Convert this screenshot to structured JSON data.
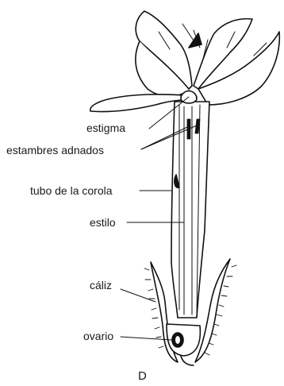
{
  "diagram": {
    "labels": {
      "estigma": "estigma",
      "estambres": "estambres adnados",
      "tubo": "tubo de la corola",
      "estilo": "estilo",
      "caliz": "cáliz",
      "ovario": "ovario"
    },
    "panel_letter": "D"
  }
}
